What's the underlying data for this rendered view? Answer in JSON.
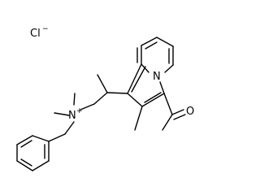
{
  "molecule": {
    "counter_ion": {
      "symbol": "Cl",
      "charge": "−"
    },
    "nitrogen_ammonium": {
      "symbol": "N",
      "charge": "+"
    },
    "nitrogen_ring": {
      "symbol": "N"
    },
    "oxygen_carbonyl": {
      "symbol": "O"
    }
  }
}
